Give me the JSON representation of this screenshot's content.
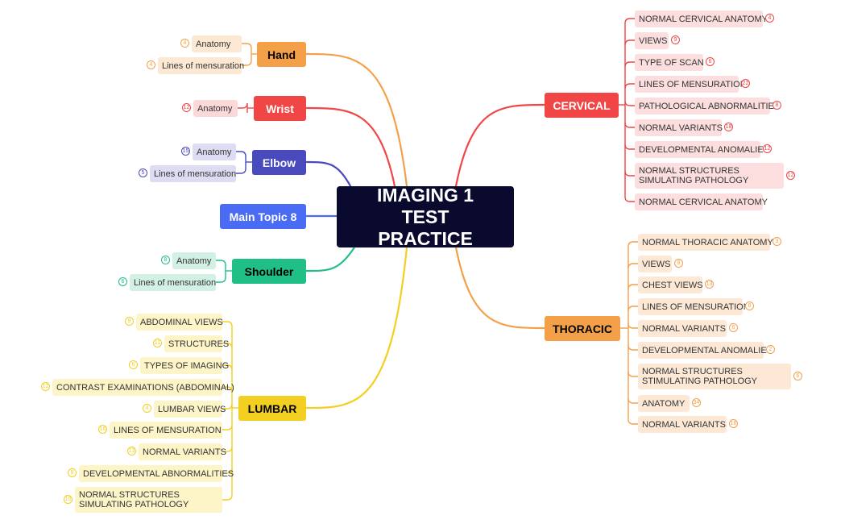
{
  "central": {
    "title": "IMAGING 1 TEST PRACTICE"
  },
  "colors": {
    "hand": "#f4a049",
    "wrist": "#f04646",
    "elbow": "#4a4abf",
    "main8": "#4a6cf4",
    "shoulder": "#1fbf86",
    "lumbar": "#f2cf21",
    "cervical": "#f04646",
    "thoracic": "#f4a049"
  },
  "topics": {
    "hand": {
      "label": "Hand",
      "subs": [
        {
          "label": "Anatomy",
          "count": "4"
        },
        {
          "label": "Lines of mensuration",
          "count": "4"
        }
      ]
    },
    "wrist": {
      "label": "Wrist",
      "subs": [
        {
          "label": "Anatomy",
          "count": "12"
        }
      ]
    },
    "elbow": {
      "label": "Elbow",
      "subs": [
        {
          "label": "Anatomy",
          "count": "15"
        },
        {
          "label": "Lines of mensuration",
          "count": "5"
        }
      ]
    },
    "main8": {
      "label": "Main Topic 8"
    },
    "shoulder": {
      "label": "Shoulder",
      "subs": [
        {
          "label": "Anatomy",
          "count": "8"
        },
        {
          "label": "Lines of mensuration",
          "count": "6"
        }
      ]
    },
    "lumbar": {
      "label": "LUMBAR",
      "subs": [
        {
          "label": "ABDOMINAL  VIEWS",
          "count": "9"
        },
        {
          "label": "STRUCTURES",
          "count": "11"
        },
        {
          "label": "TYPES OF IMAGING",
          "count": "6"
        },
        {
          "label": "CONTRAST EXAMINATIONS (ABDOMINAL)",
          "count": "12"
        },
        {
          "label": "LUMBAR VIEWS",
          "count": "4"
        },
        {
          "label": "LINES OF MENSURATION",
          "count": "16"
        },
        {
          "label": "NORMAL VARIANTS",
          "count": "13"
        },
        {
          "label": "DEVELOPMENTAL ABNORMALITIES",
          "count": "8"
        },
        {
          "label": "NORMAL STRUCTURES SIMULATING PATHOLOGY",
          "count": "10"
        }
      ]
    },
    "cervical": {
      "label": "CERVICAL",
      "subs": [
        {
          "label": "NORMAL CERVICAL ANATOMY",
          "count": "4"
        },
        {
          "label": "VIEWS",
          "count": "9"
        },
        {
          "label": "TYPE OF SCAN",
          "count": "6"
        },
        {
          "label": "LINES OF MENSURATION",
          "count": "22"
        },
        {
          "label": "PATHOLOGICAL ABNORMALITIES",
          "count": "8"
        },
        {
          "label": "NORMAL VARIANTS",
          "count": "18"
        },
        {
          "label": "DEVELOPMENTAL ANOMALIES",
          "count": "12"
        },
        {
          "label": "NORMAL STRUCTURES SIMULATING PATHOLOGY",
          "count": "12"
        },
        {
          "label": "NORMAL CERVICAL ANATOMY",
          "count": ""
        }
      ]
    },
    "thoracic": {
      "label": "THORACIC",
      "subs": [
        {
          "label": "NORMAL THORACIC ANATOMY",
          "count": "3"
        },
        {
          "label": "VIEWS",
          "count": "8"
        },
        {
          "label": "CHEST VIEWS",
          "count": "13"
        },
        {
          "label": "LINES OF MENSURATION",
          "count": "8"
        },
        {
          "label": "NORMAL VARIANTS",
          "count": "6"
        },
        {
          "label": "DEVELOPMENTAL ANOMALIES",
          "count": "2"
        },
        {
          "label": "NORMAL STRUCTURES STIMULATING PATHOLOGY",
          "count": "6"
        },
        {
          "label": "ANATOMY",
          "count": "34"
        },
        {
          "label": "NORMAL VARIANTS",
          "count": "16"
        }
      ]
    }
  }
}
